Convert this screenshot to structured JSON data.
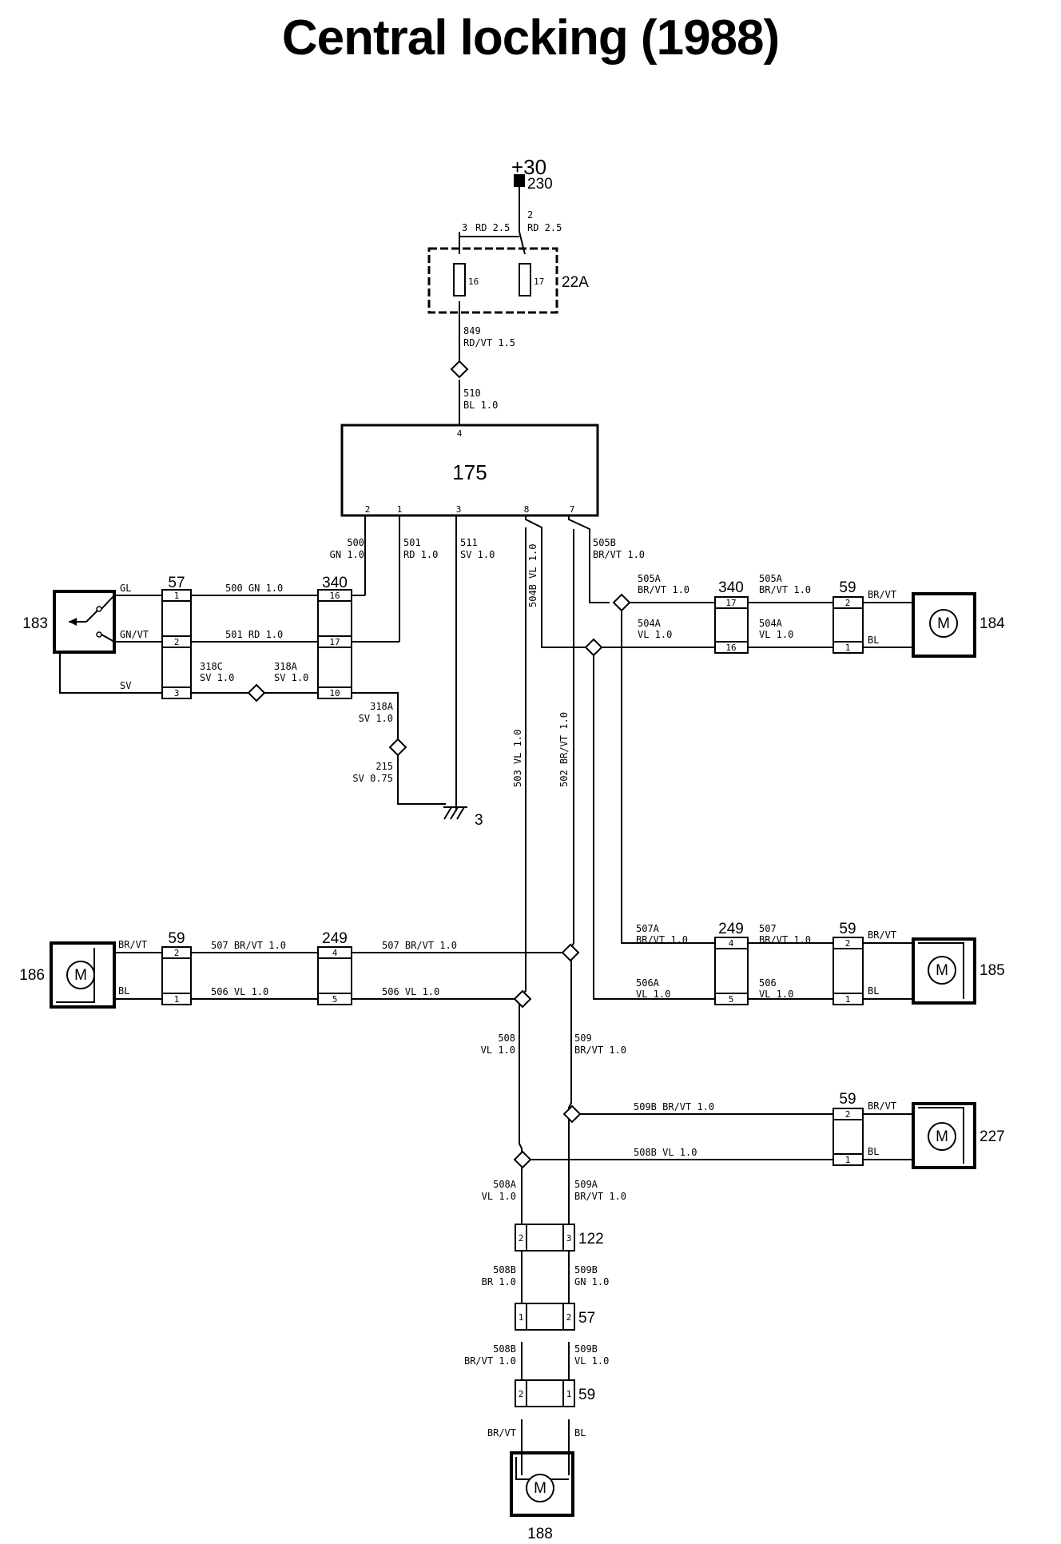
{
  "title": "Central locking (1988)",
  "power": {
    "label": "+30",
    "ref": "230"
  },
  "fusebox": {
    "ref": "22A",
    "fuse_a": "16",
    "fuse_b": "17",
    "wire_a_1": "3",
    "wire_a_2": "RD 2.5",
    "wire_b_1": "2",
    "wire_b_2": "RD 2.5"
  },
  "wires_top": {
    "w849": "849",
    "w849b": "RD/VT 1.5",
    "w510": "510",
    "w510b": "BL 1.0"
  },
  "module": {
    "ref": "175",
    "pins": [
      "4",
      "2",
      "1",
      "3",
      "8",
      "7"
    ]
  },
  "switch183": {
    "ref": "183",
    "conn57": "57",
    "conn340": "340",
    "gl": "GL",
    "gnvt": "GN/VT",
    "sv": "SV",
    "w500": "500 GN 1.0",
    "w501": "501 RD 1.0",
    "w318c_1": "318C",
    "w318c_2": "SV 1.0",
    "w318a_1": "318A",
    "w318a_2": "SV 1.0",
    "w318a2_1": "318A",
    "w318a2_2": "SV 1.0",
    "w215_1": "215",
    "w215_2": "SV 0.75",
    "ground": "3",
    "v500_1": "500",
    "v500_2": "GN 1.0",
    "v501_1": "501",
    "v501_2": "RD 1.0",
    "v511_1": "511",
    "v511_2": "SV 1.0",
    "pins57": [
      "1",
      "2",
      "3"
    ],
    "pins340": [
      "16",
      "17",
      "10"
    ]
  },
  "right_front": {
    "ref": "184",
    "conn340": "340",
    "conn59": "59",
    "w505b_1": "505B",
    "w505b_2": "BR/VT 1.0",
    "w505a_1": "505A",
    "w505a_2": "BR/VT 1.0",
    "w505a2_1": "505A",
    "w505a2_2": "BR/VT 1.0",
    "w504a_1": "504A",
    "w504a_2": "VL 1.0",
    "w504a2_1": "504A",
    "w504a2_2": "VL 1.0",
    "w504b": "504B VL 1.0",
    "brvt": "BR/VT",
    "bl": "BL",
    "pins340": [
      "17",
      "16"
    ],
    "pins59": [
      "2",
      "1"
    ]
  },
  "verticals": {
    "w503": "503 VL 1.0",
    "w502": "502 BR/VT 1.0"
  },
  "left_rear": {
    "ref": "186",
    "conn59": "59",
    "conn249": "249",
    "brvt": "BR/VT",
    "bl": "BL",
    "w507": "507 BR/VT 1.0",
    "w506": "506 VL 1.0",
    "w507b": "507 BR/VT 1.0",
    "w506b": "506 VL 1.0",
    "pins59": [
      "2",
      "1"
    ],
    "pins249": [
      "4",
      "5"
    ]
  },
  "right_rear": {
    "ref": "185",
    "conn249": "249",
    "conn59": "59",
    "w507a_1": "507A",
    "w507a_2": "BR/VT 1.0",
    "w507_1": "507",
    "w507_2": "BR/VT 1.0",
    "w506a_1": "506A",
    "w506a_2": "VL 1.0",
    "w506_1": "506",
    "w506_2": "VL 1.0",
    "brvt": "BR/VT",
    "bl": "BL",
    "pins249": [
      "4",
      "5"
    ],
    "pins59": [
      "2",
      "1"
    ]
  },
  "center": {
    "w508_1": "508",
    "w508_2": "VL 1.0",
    "w509_1": "509",
    "w509_2": "BR/VT 1.0"
  },
  "motor227": {
    "ref": "227",
    "conn59": "59",
    "w509b": "509B BR/VT 1.0",
    "w508b": "508B VL 1.0",
    "brvt": "BR/VT",
    "bl": "BL",
    "pins59": [
      "2",
      "1"
    ]
  },
  "tail": {
    "w508a_1": "508A",
    "w508a_2": "VL 1.0",
    "w509a_1": "509A",
    "w509a_2": "BR/VT 1.0",
    "conn122": "122",
    "pins122": [
      "2",
      "3"
    ],
    "w508b_1": "508B",
    "w508b_2": "BR 1.0",
    "w509b_1": "509B",
    "w509b_2": "GN 1.0",
    "conn57": "57",
    "pins57": [
      "1",
      "2"
    ],
    "w508b2_1": "508B",
    "w508b2_2": "BR/VT 1.0",
    "w509b2_1": "509B",
    "w509b2_2": "VL 1.0",
    "conn59": "59",
    "pins59": [
      "2",
      "1"
    ],
    "brvt": "BR/VT",
    "bl": "BL",
    "ref": "188"
  },
  "motor_symbol": "M"
}
